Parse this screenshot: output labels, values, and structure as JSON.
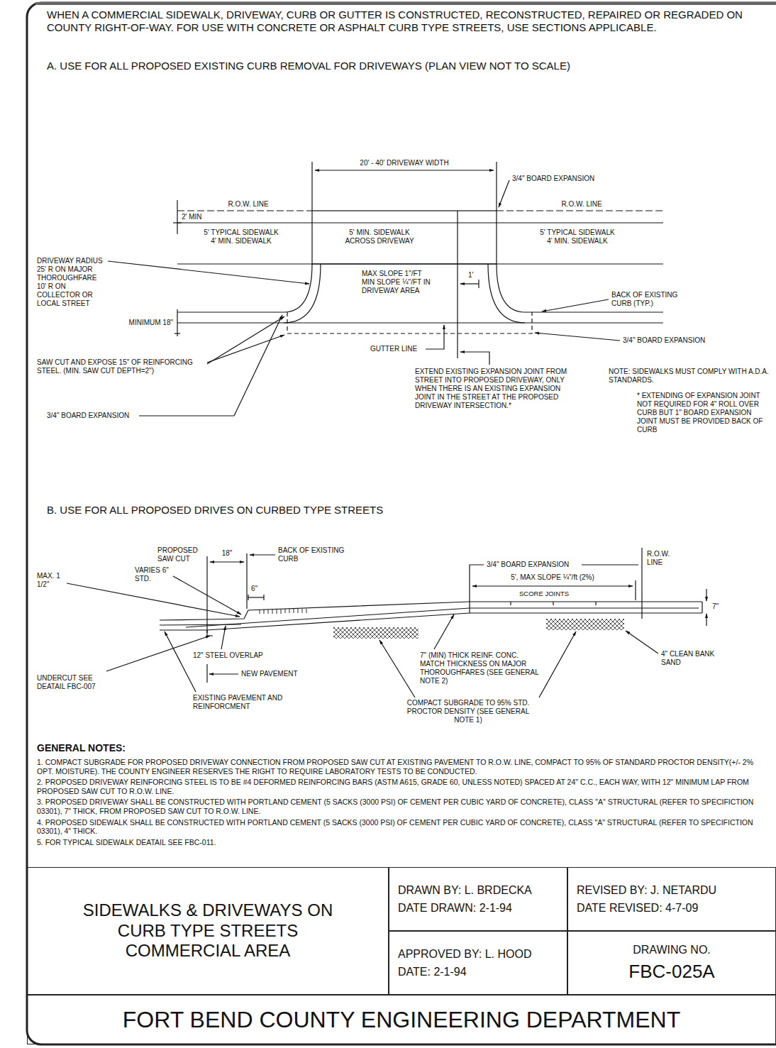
{
  "diagram": {
    "nodes": [
      {
        "text": [
          "SIDEWALKS & DRIVEWAYS ON CURB TYPE STREETS COMMERCIAL AREA"
        ]
      },
      {
        "text": [
          "DRAWN BY: L. BRDECKA",
          "DATE DRAWN: 2-1-94"
        ]
      },
      {
        "text": [
          "REVISED BY: J. NETARDU",
          "DATE REVISED: 4-7-09"
        ]
      },
      {
        "text": [
          "APPROVED BY: L. HOOD",
          "DATE: 2-1-94"
        ]
      },
      {
        "text": [
          "DRAWING NO.",
          "FBC-025A"
        ]
      },
      {
        "text": [
          "FORT BEND COUNTY ENGINEERING DEPARTMENT"
        ]
      }
    ],
    "labels": [
      "WHEN A COMMERCIAL SIDEWALK, DRIVEWAY, CURB OR GUTTER IS CONSTRUCTED, RECONSTRUCTED, REPAIRED OR REGRADED ON COUNTY RIGHT-OF-WAY. FOR USE WITH CONCRETE OR ASPHALT CURB TYPE STREETS, USE SECTIONS APPLICABLE.",
      "A. USE FOR ALL PROPOSED EXISTING CURB REMOVAL FOR DRIVEWAYS (PLAN VIEW NOT TO SCALE)",
      "20' - 40' DRIVEWAY WIDTH",
      "3/4\" BOARD EXPANSION",
      "R.O.W. LINE",
      "R.O.W. LINE",
      "2' MIN",
      "5' TYPICAL SIDEWALK 4' MIN. SIDEWALK",
      "5' MIN. SIDEWALK ACROSS DRIVEWAY",
      "5' TYPICAL SIDEWALK 4' MIN. SIDEWALK",
      "DRIVEWAY RADIUS 25' R ON MAJOR THOROUGHFARE 10' R ON COLLECTOR OR LOCAL STREET",
      "MAX SLOPE 1\"/FT MIN SLOPE ¼\"/FT IN DRIVEWAY AREA",
      "BACK OF EXISTING CURB (TYP.)",
      "MINIMUM 18\"",
      "1'",
      "3/4\" BOARD EXPANSION",
      "SAW CUT AND EXPOSE 15\" OF REINFORCING STEEL. (MIN. SAW CUT DEPTH=2\")",
      "GUTTER LINE",
      "3/4\" BOARD EXPANSION",
      "EXTEND EXISTING EXPANSION JOINT FROM STREET INTO PROPOSED DRIVEWAY, ONLY WHEN THERE IS AN EXISTING EXPANSION JOINT IN THE STREET AT THE PROPOSED DRIVEWAY INTERSECTION.*",
      "NOTE: SIDEWALKS MUST COMPLY WITH A.D.A. STANDARDS.",
      "* EXTENDING OF EXPANSION JOINT NOT REQUIRED FOR 4\" ROLL OVER CURB BUT 1\" BOARD EXPANSION JOINT MUST BE PROVIDED BACK OF CURB",
      "B. USE FOR ALL PROPOSED DRIVES ON CURBED TYPE STREETS",
      "PROPOSED SAW CUT",
      "18\"",
      "BACK OF EXISTING CURB",
      "R.O.W. LINE",
      "3/4\" BOARD EXPANSION",
      "5', MAX SLOPE ¼\"/ft (2%)",
      "MAX. 1 1/2\"",
      "VARIES 6\" STD.",
      "6\"",
      "SCORE JOINTS",
      "7\"",
      "12\" STEEL OVERLAP",
      "7\" (MIN) THICK REINF. CONC. MATCH THICKNESS ON MAJOR THOROUGHFARES (SEE GENERAL NOTE 2)",
      "4\" CLEAN BANK SAND",
      "UNDERCUT SEE DEATAIL FBC-007",
      "NEW PAVEMENT",
      "EXISTING PAVEMENT AND REINFORCMENT",
      "COMPACT SUBGRADE TO 95% STD. PROCTOR DENSITY (SEE GENERAL NOTE 1)",
      "GENERAL NOTES:",
      "1. COMPACT SUBGRADE FOR PROPOSED DRIVEWAY CONNECTION FROM PROPOSED SAW CUT AT EXISTING PAVEMENT TO R.O.W. LINE, COMPACT TO 95% OF STANDARD PROCTOR DENSITY(+/- 2% OPT. MOISTURE). THE COUNTY ENGINEER RESERVES THE RIGHT TO REQUIRE LABORATORY TESTS TO BE CONDUCTED.",
      "2. PROPOSED DRIVEWAY REINFORCING STEEL IS TO BE #4 DEFORMED REINFORCING BARS (ASTM A615, GRADE 60, UNLESS NOTED) SPACED AT 24\" C.C., EACH WAY, WITH 12\" MINIMUM LAP FROM PROPOSED SAW CUT TO R.O.W. LINE.",
      "3. PROPOSED DRIVEWAY SHALL BE CONSTRUCTED WITH PORTLAND CEMENT (5 SACKS (3000 PSI) OF CEMENT PER CUBIC YARD OF CONCRETE), CLASS \"A\" STRUCTURAL (REFER TO SPECIFICTION 03301), 7\" THICK, FROM PROPOSED SAW CUT TO R.O.W. LINE.",
      "4. PROPOSED SIDEWALK SHALL BE CONSTRUCTED WITH PORTLAND CEMENT (5 SACKS (3000 PSI) OF CEMENT PER CUBIC YARD OF CONCRETE), CLASS \"A\" STRUCTURAL (REFER TO SPECIFICTION 03301), 4\" THICK.",
      "5. FOR TYPICAL SIDEWALK DEATAIL SEE FBC-011."
    ]
  }
}
